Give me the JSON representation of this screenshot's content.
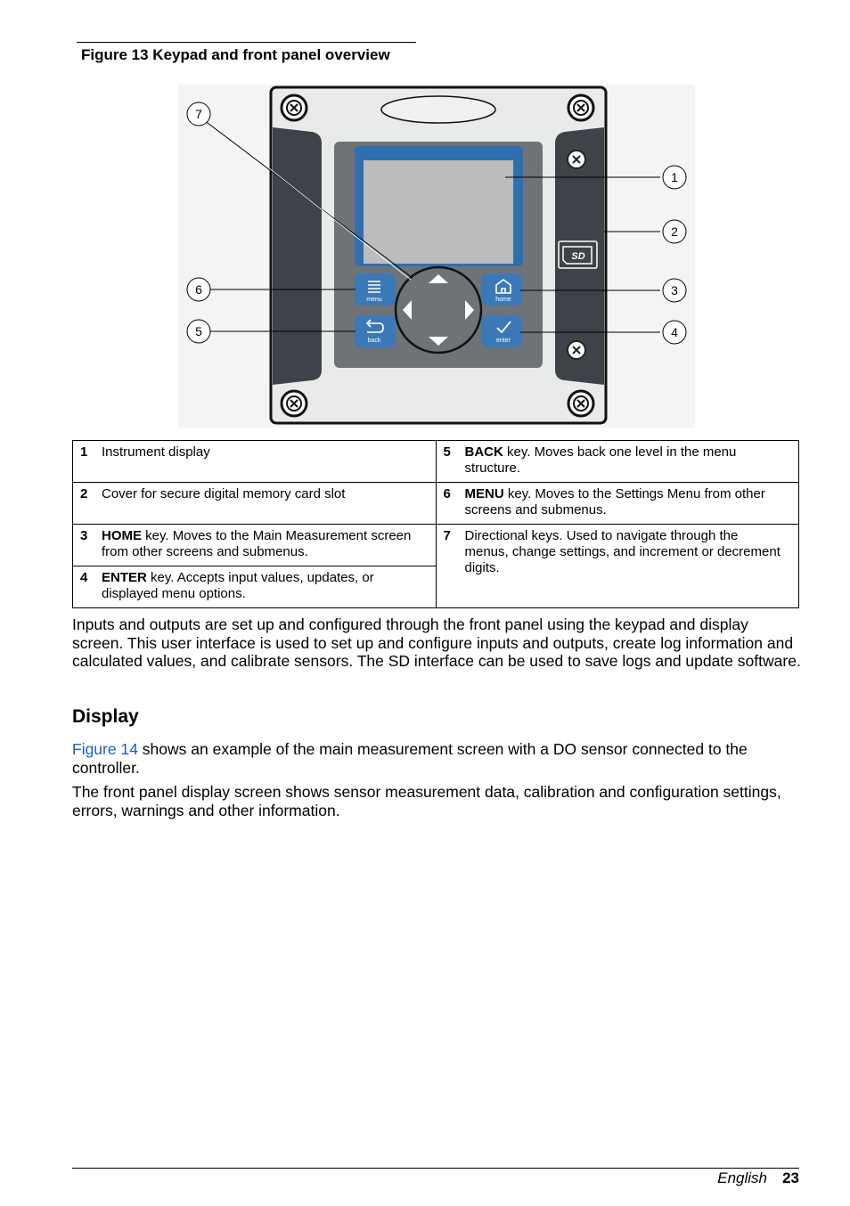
{
  "figure": {
    "caption": "Figure 13  Keypad and front panel overview",
    "callouts": [
      "1",
      "2",
      "3",
      "4",
      "5",
      "6",
      "7"
    ],
    "keys": {
      "menu": "menu",
      "home": "home",
      "back": "back",
      "enter": "enter"
    },
    "sd_label": "SD",
    "icons": [
      "screw-icon",
      "menu-icon",
      "home-icon",
      "back-icon",
      "enter-check-icon",
      "arrow-up-icon",
      "arrow-down-icon",
      "arrow-left-icon",
      "arrow-right-icon",
      "sd-card-icon"
    ]
  },
  "legend": {
    "rows": [
      {
        "num": "1",
        "pre": "",
        "kw": "",
        "text": "Instrument display"
      },
      {
        "num": "5",
        "pre": "",
        "kw": "BACK",
        "text": " key. Moves back one level in the menu structure."
      },
      {
        "num": "2",
        "pre": "",
        "kw": "",
        "text": "Cover for secure digital memory card slot"
      },
      {
        "num": "6",
        "pre": "",
        "kw": "MENU",
        "text": " key. Moves to the Settings Menu from other screens and submenus."
      },
      {
        "num": "3",
        "pre": "",
        "kw": "HOME",
        "text": " key. Moves to the Main Measurement screen from other screens and submenus."
      },
      {
        "num": "7",
        "pre": "",
        "kw": "",
        "text": "Directional keys. Used to navigate through the menus, change settings, and increment or decrement digits."
      },
      {
        "num": "4",
        "pre": "",
        "kw": "ENTER",
        "text": " key. Accepts input values, updates, or displayed menu options."
      }
    ]
  },
  "body": {
    "intro": "Inputs and outputs are set up and configured through the front panel using the keypad and display screen. This user interface is used to set up and configure inputs and outputs, create log information and calculated values, and calibrate sensors. The SD interface can be used to save logs and update software.",
    "heading": "Display",
    "figure_link": "Figure 14",
    "figure_para_rest": " shows an example of the main measurement screen with a DO sensor connected to the controller.",
    "front_para": "The front panel display screen shows sensor measurement data, calibration and configuration settings, errors, warnings and other information."
  },
  "footer": {
    "language": "English",
    "page": "23"
  },
  "colors": {
    "link": "#1a5fb4",
    "bezel": "#3f4248",
    "screen": "#bcbcbc",
    "screen_frame": "#2f6fb0",
    "key": "#3b78b8"
  }
}
